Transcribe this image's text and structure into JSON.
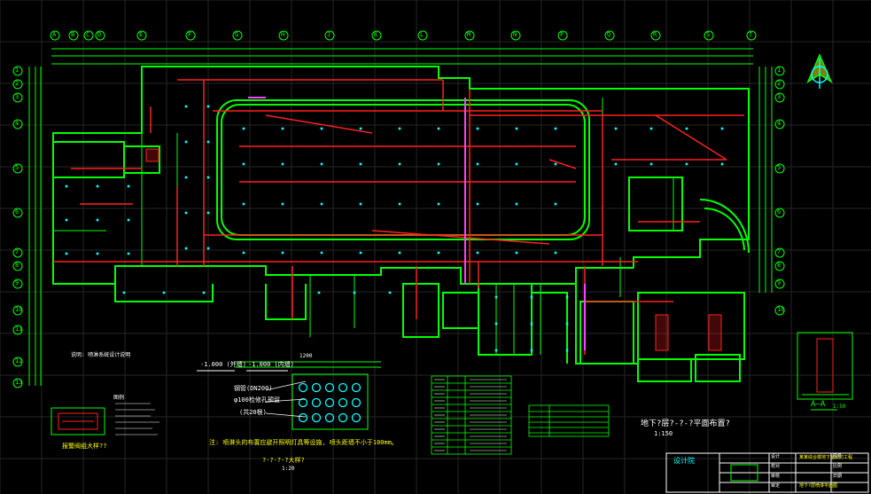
{
  "colors": {
    "background": "#000000",
    "grid": "#2a2a2a",
    "wall": "#00ff00",
    "pipe": "#ff2020",
    "sprinkler": "#00ffff",
    "riser": "#ff40ff",
    "axis": "#00ff00",
    "text": "#ffffff",
    "note": "#ffff00"
  },
  "drawing": {
    "plan_title": "地下?层?-?-?平面布置?",
    "plan_scale": "1:150",
    "section_title": "A—A",
    "section_scale": "1:50",
    "detail_title": "?-?-?-?大样?",
    "detail_scale": "1:20",
    "valve_title": "报警阀组大样??",
    "hole_note_1": "钢管(DN200)",
    "hole_note_2": "φ100检修孔预留",
    "hole_note_3": "(共20根)",
    "dim_1": "-1.000 (外墙)",
    "dim_2": "-1.000 (内墙)",
    "dim_top": "1200",
    "general_note": "注: 喷淋头的布置应避开照明灯具等设施, 喷头距墙不小于100mm。",
    "legend_header": "图例",
    "notes_header": "说明: 喷淋系统设计说明"
  },
  "axes": {
    "top": [
      "A",
      "B",
      "C",
      "D",
      "E",
      "F",
      "G",
      "H",
      "J",
      "K",
      "L",
      "M",
      "N",
      "P",
      "Q",
      "R",
      "S",
      "T"
    ],
    "left": [
      "1",
      "2",
      "3",
      "4",
      "5",
      "6",
      "7",
      "8",
      "9",
      "10",
      "11",
      "12",
      "13"
    ]
  },
  "title_block": {
    "company": "设计院",
    "project": "某某综合楼地下室消防工程",
    "drawing_name": "地下?层喷淋平面图",
    "fields": [
      "设计",
      "校对",
      "审核",
      "审定",
      "图号",
      "比例",
      "日期"
    ]
  }
}
